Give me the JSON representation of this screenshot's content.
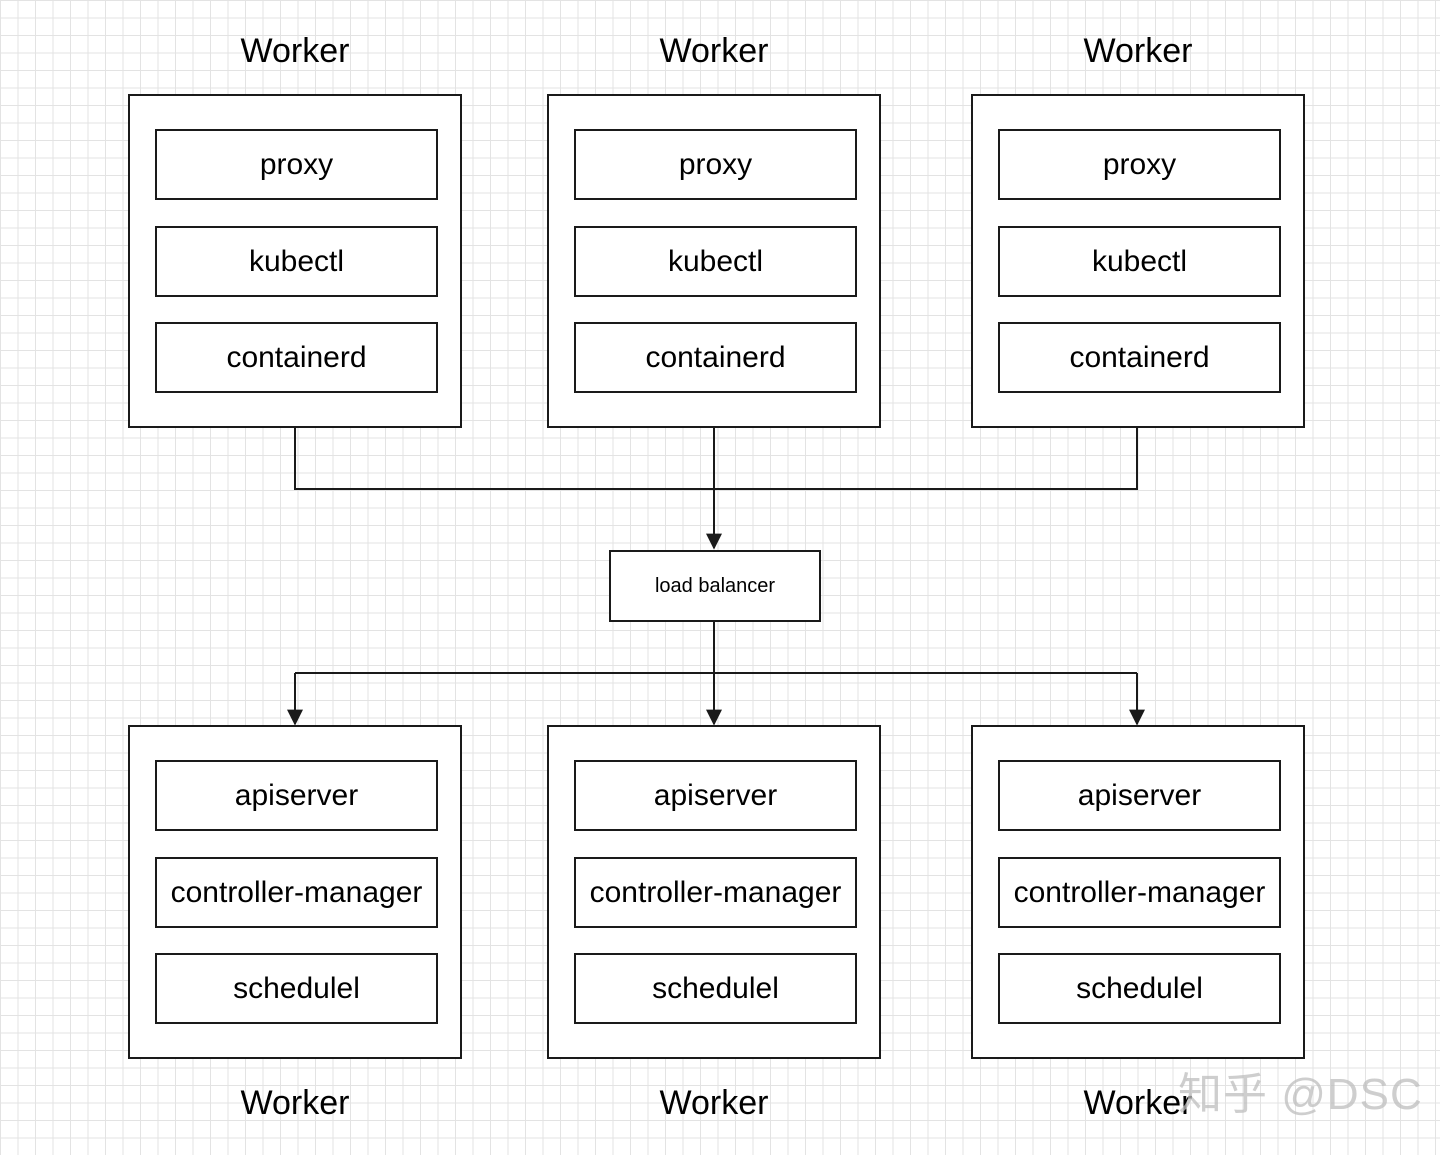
{
  "workers_top": [
    {
      "title": "Worker",
      "components": [
        "proxy",
        "kubectl",
        "containerd"
      ]
    },
    {
      "title": "Worker",
      "components": [
        "proxy",
        "kubectl",
        "containerd"
      ]
    },
    {
      "title": "Worker",
      "components": [
        "proxy",
        "kubectl",
        "containerd"
      ]
    }
  ],
  "load_balancer": {
    "label": "load balancer"
  },
  "workers_bottom": [
    {
      "title": "Worker",
      "components": [
        "apiserver",
        "controller-manager",
        "schedulel"
      ]
    },
    {
      "title": "Worker",
      "components": [
        "apiserver",
        "controller-manager",
        "schedulel"
      ]
    },
    {
      "title": "Worker",
      "components": [
        "apiserver",
        "controller-manager",
        "schedulel"
      ]
    }
  ],
  "watermark": {
    "text": "知乎 @DSC"
  },
  "colors": {
    "line": "#1a1a1a",
    "grid": "#e3e3e3",
    "background": "#ffffff"
  }
}
